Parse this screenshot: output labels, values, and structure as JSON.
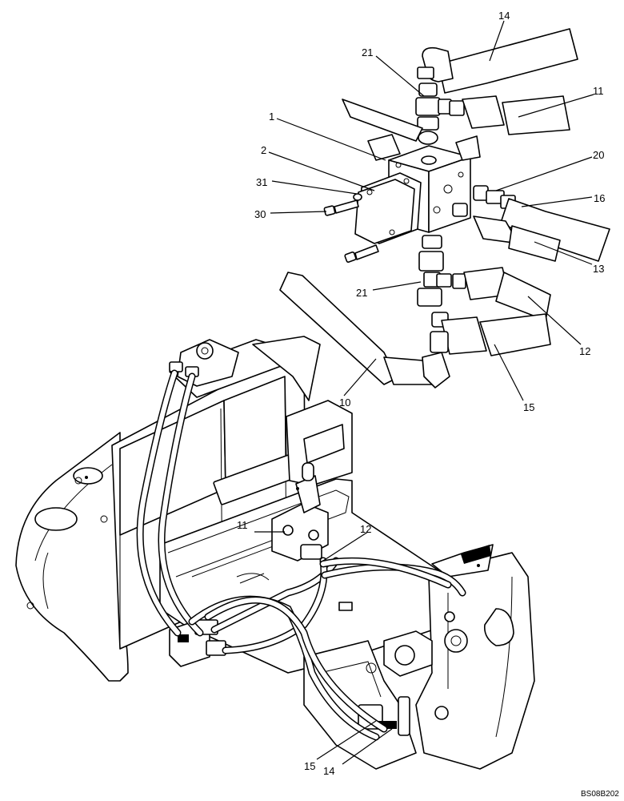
{
  "callouts": {
    "c14_top": "14",
    "c21_top": "21",
    "c11_top": "11",
    "c1": "1",
    "c2": "2",
    "c20": "20",
    "c31": "31",
    "c16": "16",
    "c30": "30",
    "c13": "13",
    "c21_bottom": "21",
    "c12_top": "12",
    "c10": "10",
    "c15_top": "15",
    "c11_bottom": "11",
    "c12_bottom": "12",
    "c15_bottom": "15",
    "c14_bottom": "14"
  },
  "drawing_code": "BS08B202"
}
